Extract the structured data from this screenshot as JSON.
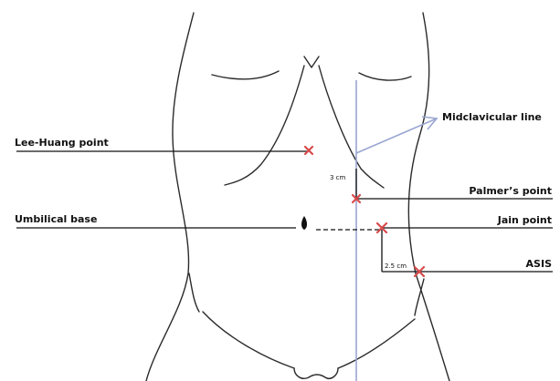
{
  "labels": {
    "lee_huang": "Lee-Huang point",
    "umbilical_base": "Umbilical base",
    "midclavicular": "Midclavicular line",
    "palmers": "Palmer’s point",
    "jain": "Jain point",
    "asis": "ASIS"
  },
  "dimensions": {
    "palmer_offset": "3 cm",
    "asis_offset": "2.5 cm"
  },
  "colors": {
    "outline": "#2b2b2b",
    "leader": "#111111",
    "midclavicular_line": "#9aa6d1",
    "marker": "#d84a4a"
  }
}
